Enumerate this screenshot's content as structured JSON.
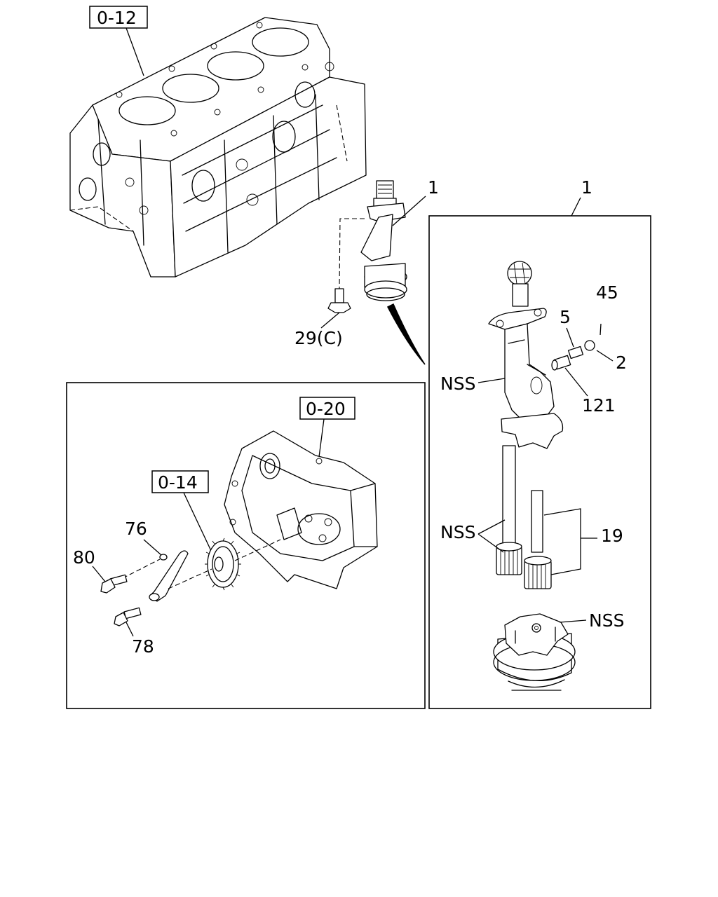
{
  "refs": {
    "block": "0-12",
    "housing": "0-20",
    "gear": "0-14"
  },
  "callouts": {
    "pump_top": "1",
    "pump_box": "1",
    "bolt": "29(C)",
    "nss_body": "NSS",
    "n45": "45",
    "n5": "5",
    "n2": "2",
    "n121": "121",
    "nss_shafts": "NSS",
    "n19": "19",
    "nss_cover": "NSS",
    "n76": "76",
    "n80": "80",
    "n78": "78"
  }
}
